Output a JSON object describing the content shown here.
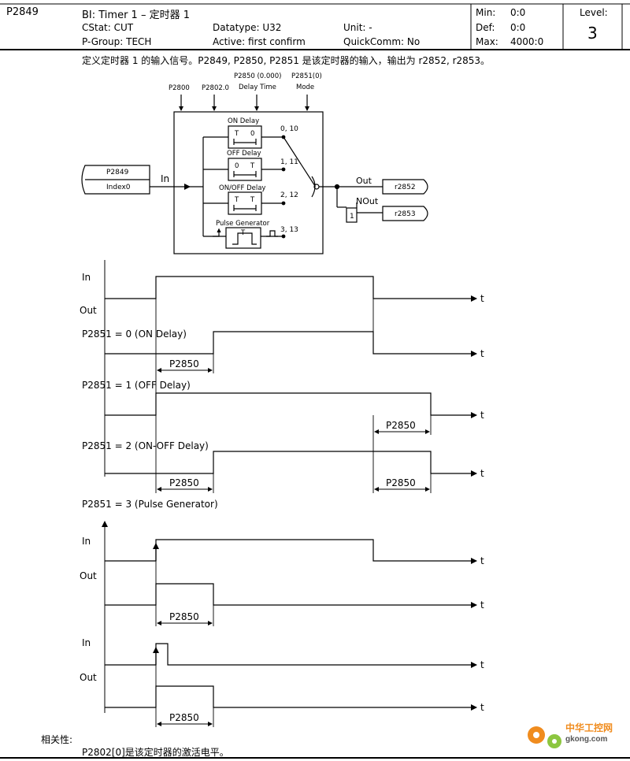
{
  "header": {
    "param_number": "P2849",
    "title": "BI: Timer 1 – 定时器 1",
    "cstat": "CStat: CUT",
    "pgroup": "P-Group: TECH",
    "datatype": "Datatype: U32",
    "active": "Active: first confirm",
    "unit": "Unit: -",
    "quickcomm": "QuickComm: No",
    "min_label": "Min:",
    "min_value": "0:0",
    "def_label": "Def:",
    "def_value": "0:0",
    "max_label": "Max:",
    "max_value": "4000:0",
    "level_label": "Level:",
    "level_value": "3"
  },
  "description": "定义定时器 1 的输入信号。P2849, P2850, P2851 是该定时器的输入，输出为 r2852, r2853。",
  "block_diagram": {
    "in_p2800": "P2800",
    "in_p2802": "P2802.0",
    "in_p2850_line1": "P2850 (0.000)",
    "in_p2850_line2": "Delay Time",
    "in_p2851_line1": "P2851(0)",
    "in_p2851_line2": "Mode",
    "input_param": "P2849",
    "input_index": "Index0",
    "in_label": "In",
    "on_delay": "ON Delay",
    "off_delay": "OFF Delay",
    "onoff_delay": "ON/OFF Delay",
    "pulse_generator": "Pulse Generator",
    "T": "T",
    "zero": "0",
    "mode_0": "0, 10",
    "mode_1": "1, 11",
    "mode_2": "2, 12",
    "mode_3": "3, 13",
    "out_label": "Out",
    "nout_label": "NOut",
    "not_symbol": "1",
    "out_r2852": "r2852",
    "out_r2853": "r2853"
  },
  "timing": {
    "in": "In",
    "out": "Out",
    "t": "t",
    "mode0": "P2851 = 0 (ON Delay)",
    "mode1": "P2851 = 1 (OFF Delay)",
    "mode2": "P2851 = 2 (ON-OFF Delay)",
    "mode3": "P2851 = 3 (Pulse Generator)",
    "delay": "P2850"
  },
  "footer": {
    "dependency_label": "相关性:",
    "dependency_text": "P2802[0]是该定时器的激活电平。"
  },
  "watermark": {
    "name": "中华工控网",
    "url": "gkong.com"
  },
  "colors": {
    "line": "#000000",
    "watermark_orange": "#f08c1e",
    "watermark_green": "#8cc63f"
  }
}
